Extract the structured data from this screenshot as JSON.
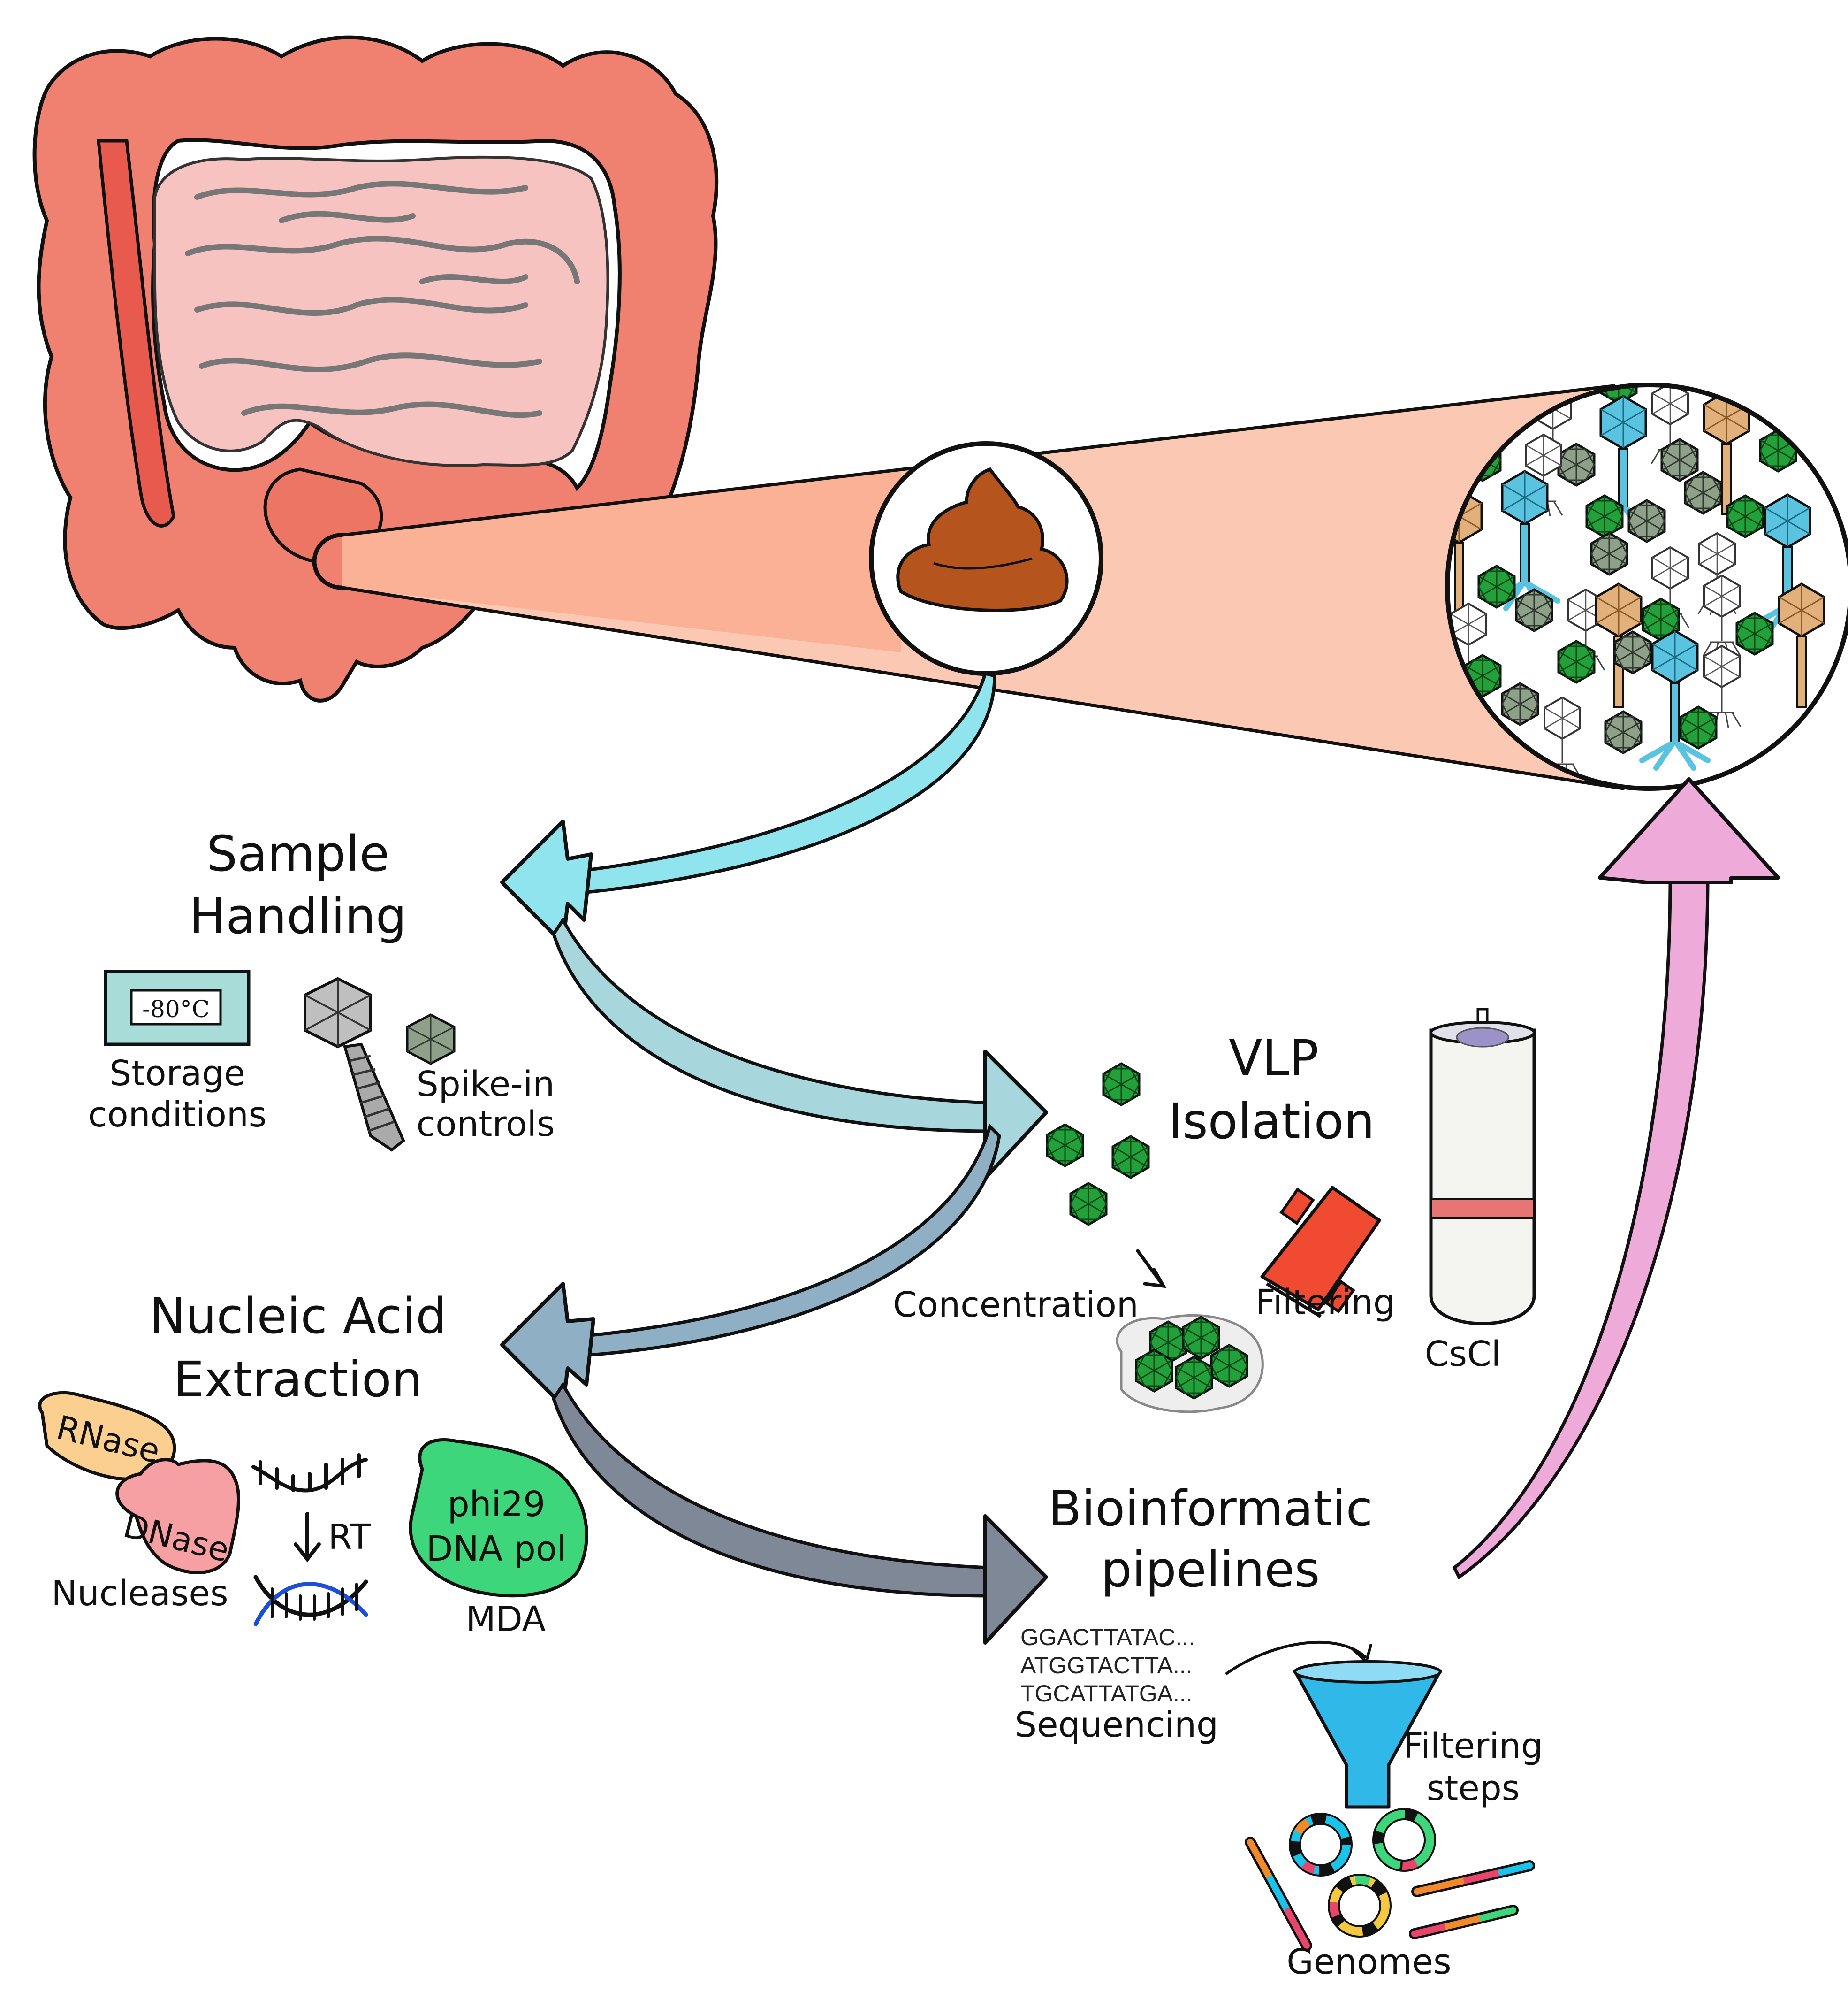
{
  "steps": {
    "sample_handling": {
      "line1": "Sample",
      "line2": "Handling"
    },
    "vlp_isolation": {
      "line1": "VLP",
      "line2": "Isolation"
    },
    "nucleic_acid_extraction": {
      "line1": "Nucleic Acid",
      "line2": "Extraction"
    },
    "bioinformatic_pipelines": {
      "line1": "Bioinformatic",
      "line2": "pipelines"
    }
  },
  "sample_handling": {
    "freezer_label": "-80°C",
    "storage_line1": "Storage",
    "storage_line2": "conditions",
    "spike_line1": "Spike-in",
    "spike_line2": "controls"
  },
  "vlp_isolation": {
    "concentration": "Concentration",
    "filtering": "Filtering",
    "cscl": "CsCl"
  },
  "nucleic_acid_extraction": {
    "rnase": "RNase",
    "dnase": "DNase",
    "nucleases": "Nucleases",
    "rt": "RT",
    "phi29_line1": "phi29",
    "phi29_line2": "DNA pol",
    "mda": "MDA"
  },
  "bioinformatic_pipelines": {
    "seq1": "GGACTTATAC...",
    "seq2": "ATGGTACTTA...",
    "seq3": "TGCATTATGA...",
    "sequencing": "Sequencing",
    "filtering_line1": "Filtering",
    "filtering_line2": "steps",
    "genomes": "Genomes"
  },
  "colors": {
    "intestine": "#f08070",
    "small_intestine": "#f7c3c0",
    "beam": "#fbc8b4",
    "stool": "#b5541d",
    "arrow_cyan": "#8fe4ee",
    "arrow_teal": "#a7d6dc",
    "arrow_steel": "#8fb0c4",
    "arrow_slate": "#7f8897",
    "arrow_pink": "#eeaad9",
    "capsid_green": "#22a03a",
    "capsid_grey": "#8ea08a",
    "phage_blue": "#5ac4e0",
    "phage_tan": "#e2b07a",
    "filter_red": "#f04a30",
    "funnel_blue": "#2fb8e8",
    "phi29_green": "#3ed67a"
  }
}
